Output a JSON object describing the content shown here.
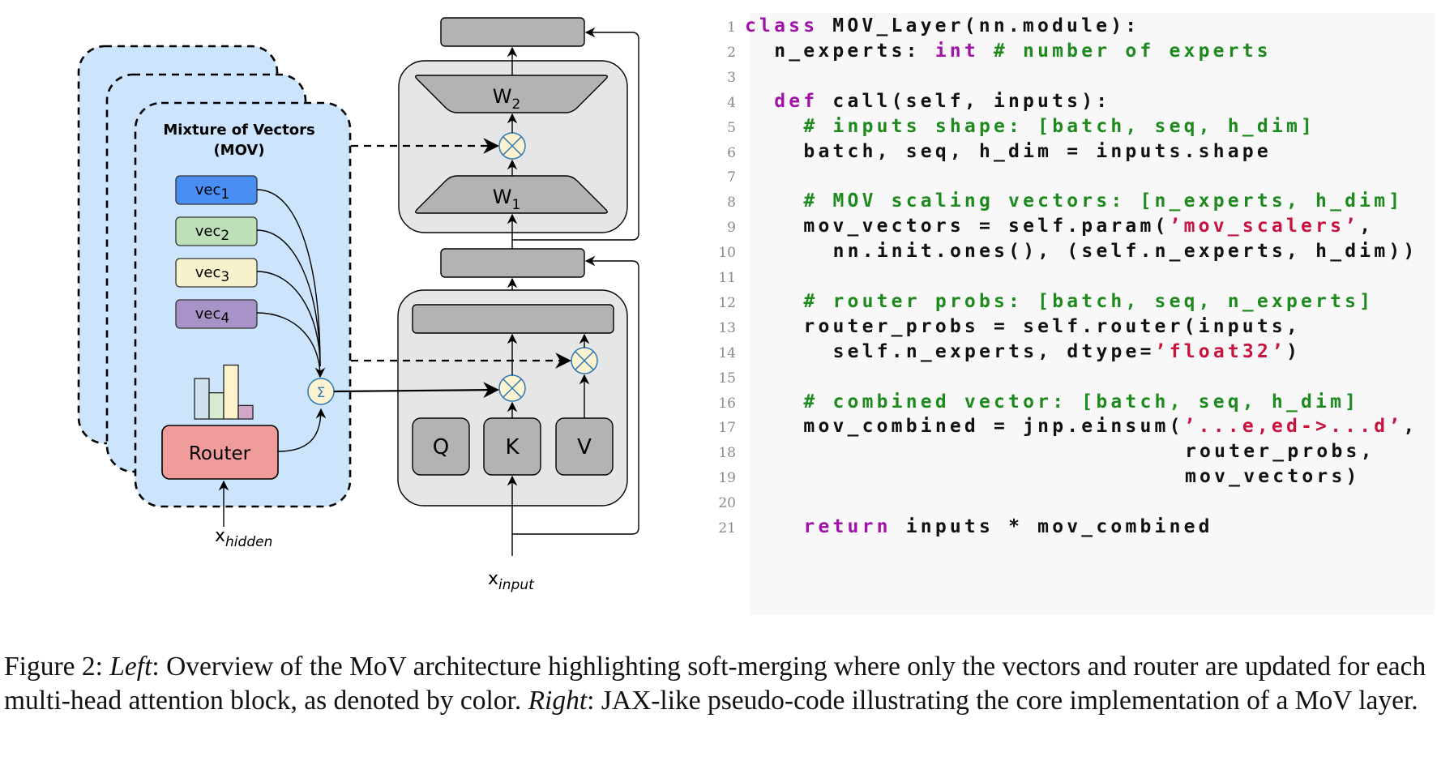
{
  "diagram": {
    "mov_title_line1": "Mixture of Vectors",
    "mov_title_line2": "(MOV)",
    "vectors": [
      {
        "base": "vec",
        "sub": "1",
        "color": "#4a8ef3"
      },
      {
        "base": "vec",
        "sub": "2",
        "color": "#bde0b8"
      },
      {
        "base": "vec",
        "sub": "3",
        "color": "#f6f2cc"
      },
      {
        "base": "vec",
        "sub": "4",
        "color": "#a893c8"
      }
    ],
    "router_label": "Router",
    "router_color": "#f09c9a",
    "router_probs": [
      0.54,
      0.35,
      0.72,
      0.18
    ],
    "router_prob_colors": [
      "#cfe0ee",
      "#d6ecd0",
      "#fdf3cc",
      "#d2a7c8"
    ],
    "sum_symbol": "Σ",
    "x_hidden_base": "x",
    "x_hidden_sub": "hidden",
    "x_input_base": "x",
    "x_input_sub": "input",
    "w1_base": "W",
    "w1_sub": "1",
    "w2_base": "W",
    "w2_sub": "2",
    "q_label": "Q",
    "k_label": "K",
    "v_label": "V",
    "mov_panel_color": "#cce4fc",
    "block_color": "#e6e6e6",
    "unit_color": "#b3b3b3",
    "multiply_color": "#fdf3d0",
    "multiply_stroke": "#2e78b0"
  },
  "code": {
    "lines": [
      {
        "n": "1",
        "indent": 0,
        "tokens": [
          {
            "t": "kw",
            "v": "class"
          },
          {
            "t": "tx",
            "v": " MOV_Layer(nn.module):"
          }
        ]
      },
      {
        "n": "2",
        "indent": 1,
        "tokens": [
          {
            "t": "tx",
            "v": "n_experts: "
          },
          {
            "t": "kw",
            "v": "int"
          },
          {
            "t": "cm",
            "v": " # number of experts"
          }
        ]
      },
      {
        "n": "3",
        "indent": 0,
        "tokens": []
      },
      {
        "n": "4",
        "indent": 1,
        "tokens": [
          {
            "t": "kw",
            "v": "def"
          },
          {
            "t": "tx",
            "v": " call(self, inputs):"
          }
        ]
      },
      {
        "n": "5",
        "indent": 2,
        "tokens": [
          {
            "t": "cm",
            "v": "# inputs shape: [batch, seq, h_dim]"
          }
        ]
      },
      {
        "n": "6",
        "indent": 2,
        "tokens": [
          {
            "t": "tx",
            "v": "batch, seq, h_dim = inputs.shape"
          }
        ]
      },
      {
        "n": "7",
        "indent": 0,
        "tokens": []
      },
      {
        "n": "8",
        "indent": 2,
        "tokens": [
          {
            "t": "cm",
            "v": "# MOV scaling vectors: [n_experts, h_dim]"
          }
        ]
      },
      {
        "n": "9",
        "indent": 2,
        "tokens": [
          {
            "t": "tx",
            "v": "mov_vectors = self.param("
          },
          {
            "t": "st",
            "v": "’mov_scalers’"
          },
          {
            "t": "tx",
            "v": ","
          }
        ]
      },
      {
        "n": "10",
        "indent": 3,
        "tokens": [
          {
            "t": "tx",
            "v": "nn.init.ones(), (self.n_experts, h_dim))"
          }
        ]
      },
      {
        "n": "11",
        "indent": 0,
        "tokens": []
      },
      {
        "n": "12",
        "indent": 2,
        "tokens": [
          {
            "t": "cm",
            "v": "# router probs: [batch, seq, n_experts]"
          }
        ]
      },
      {
        "n": "13",
        "indent": 2,
        "tokens": [
          {
            "t": "tx",
            "v": "router_probs = self.router(inputs,"
          }
        ]
      },
      {
        "n": "14",
        "indent": 3,
        "tokens": [
          {
            "t": "tx",
            "v": "self.n_experts, dtype="
          },
          {
            "t": "st",
            "v": "’float32’"
          },
          {
            "t": "tx",
            "v": ")"
          }
        ]
      },
      {
        "n": "15",
        "indent": 0,
        "tokens": []
      },
      {
        "n": "16",
        "indent": 2,
        "tokens": [
          {
            "t": "cm",
            "v": "# combined vector: [batch, seq, h_dim]"
          }
        ]
      },
      {
        "n": "17",
        "indent": 2,
        "tokens": [
          {
            "t": "tx",
            "v": "mov_combined = jnp.einsum("
          },
          {
            "t": "st",
            "v": "’...e,ed->...d’"
          },
          {
            "t": "tx",
            "v": ","
          }
        ]
      },
      {
        "n": "18",
        "indent": 15,
        "tokens": [
          {
            "t": "tx",
            "v": "router_probs,"
          }
        ]
      },
      {
        "n": "19",
        "indent": 15,
        "tokens": [
          {
            "t": "tx",
            "v": "mov_vectors)"
          }
        ]
      },
      {
        "n": "20",
        "indent": 0,
        "tokens": []
      },
      {
        "n": "21",
        "indent": 2,
        "tokens": [
          {
            "t": "kw",
            "v": "return"
          },
          {
            "t": "tx",
            "v": " inputs * mov_combined"
          }
        ]
      }
    ]
  },
  "caption": {
    "prefix": "Figure 2: ",
    "left_label": "Left",
    "left_text": ": Overview of the MoV architecture highlighting soft-merging where only the vectors and router are updated for each multi-head attention block, as denoted by color. ",
    "right_label": "Right",
    "right_text": ": JAX-like pseudo-code illustrating the core implementation of a MoV layer."
  }
}
